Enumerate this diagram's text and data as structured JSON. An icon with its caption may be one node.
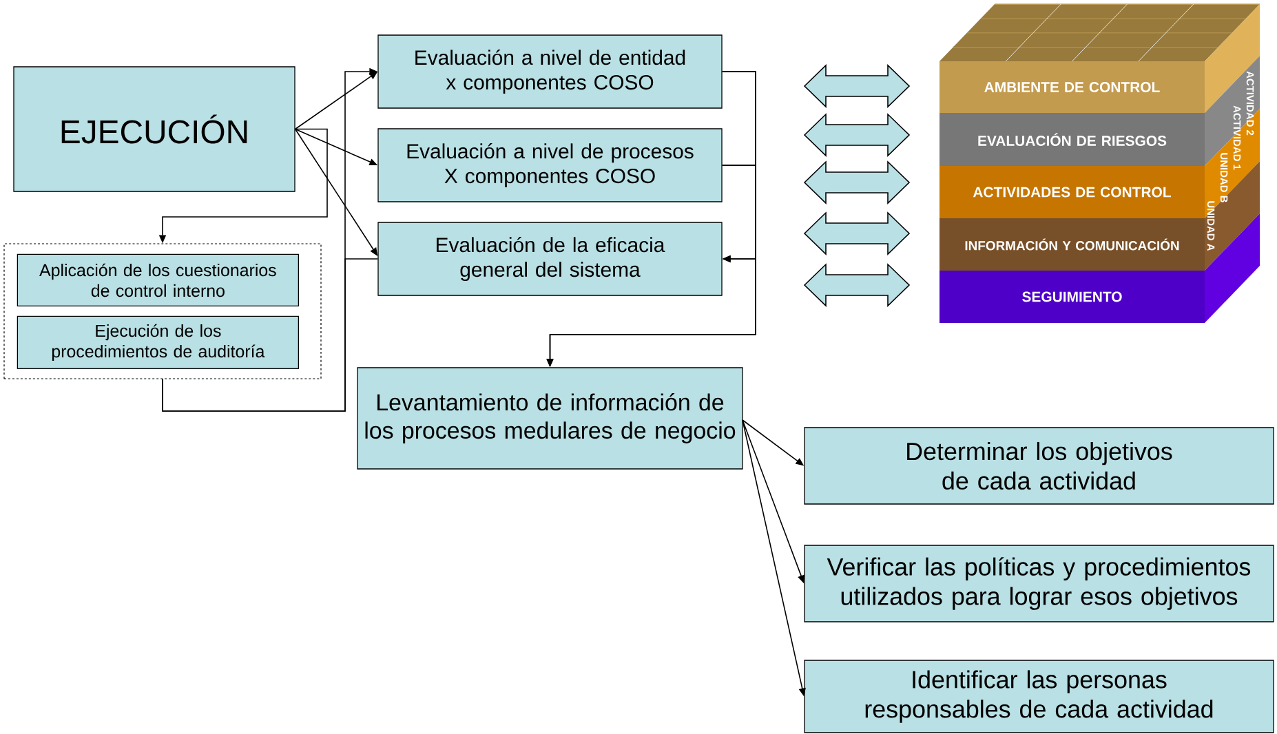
{
  "diagram": {
    "nodes": [
      {
        "text": [
          "EJECUCIÓN"
        ]
      },
      {
        "text": [],
        "shape": "box"
      },
      {
        "text": [
          "Aplicación de los cuestionarios de control interno"
        ],
        "in": 1
      },
      {
        "text": [
          "Ejecución de los procedimientos de auditoría"
        ],
        "in": 1
      },
      {
        "text": [
          "Evaluación a nivel de entidad x componentes COSO"
        ]
      },
      {
        "text": [
          "Evaluación a nivel de procesos X componentes COSO"
        ]
      },
      {
        "text": [
          "Evaluación de la eficacia general del sistema"
        ]
      },
      {
        "text": [
          "Levantamiento de información de los procesos medulares de negocio"
        ]
      },
      {
        "text": [
          "Determinar los objetivos de cada actividad"
        ]
      },
      {
        "text": [
          "Verificar las políticas y procedimientos utilizados para lograr esos objetivos"
        ]
      },
      {
        "text": [
          "Identificar las personas responsables de cada actividad"
        ]
      },
      {
        "text": [
          "AMBIENTE DE CONTROL"
        ]
      },
      {
        "text": [
          "EVALUACIÓN DE RIESGOS"
        ]
      },
      {
        "text": [
          "ACTIVIDADES DE CONTROL"
        ]
      },
      {
        "text": [
          "INFORMACIÓN Y COMUNICACIÓN"
        ]
      },
      {
        "text": [
          "SEGUIMIENTO"
        ]
      }
    ],
    "edges": [
      {
        "from": 0,
        "to": 4,
        "arrow": "to"
      },
      {
        "from": 0,
        "to": 5,
        "arrow": "to"
      },
      {
        "from": 0,
        "to": 6,
        "arrow": "to"
      },
      {
        "from": 0,
        "to": 1,
        "arrow": "to"
      },
      {
        "from": 1,
        "to": 4,
        "arrow": "to"
      },
      {
        "from": 1,
        "to": 6,
        "arrow": "none"
      },
      {
        "from": 4,
        "to": 6,
        "arrow": "to"
      },
      {
        "from": 5,
        "to": 6,
        "arrow": "to"
      },
      {
        "from": 4,
        "to": 7,
        "arrow": "to"
      },
      {
        "from": 5,
        "to": 7,
        "arrow": "to"
      },
      {
        "from": 7,
        "to": 8,
        "arrow": "to"
      },
      {
        "from": 7,
        "to": 9,
        "arrow": "to"
      },
      {
        "from": 7,
        "to": 10,
        "arrow": "to"
      }
    ],
    "labels": [
      "ACTIVIDAD 2",
      "ACTIVIDAD 1",
      "UNIDAD B",
      "UNIDAD A"
    ]
  }
}
